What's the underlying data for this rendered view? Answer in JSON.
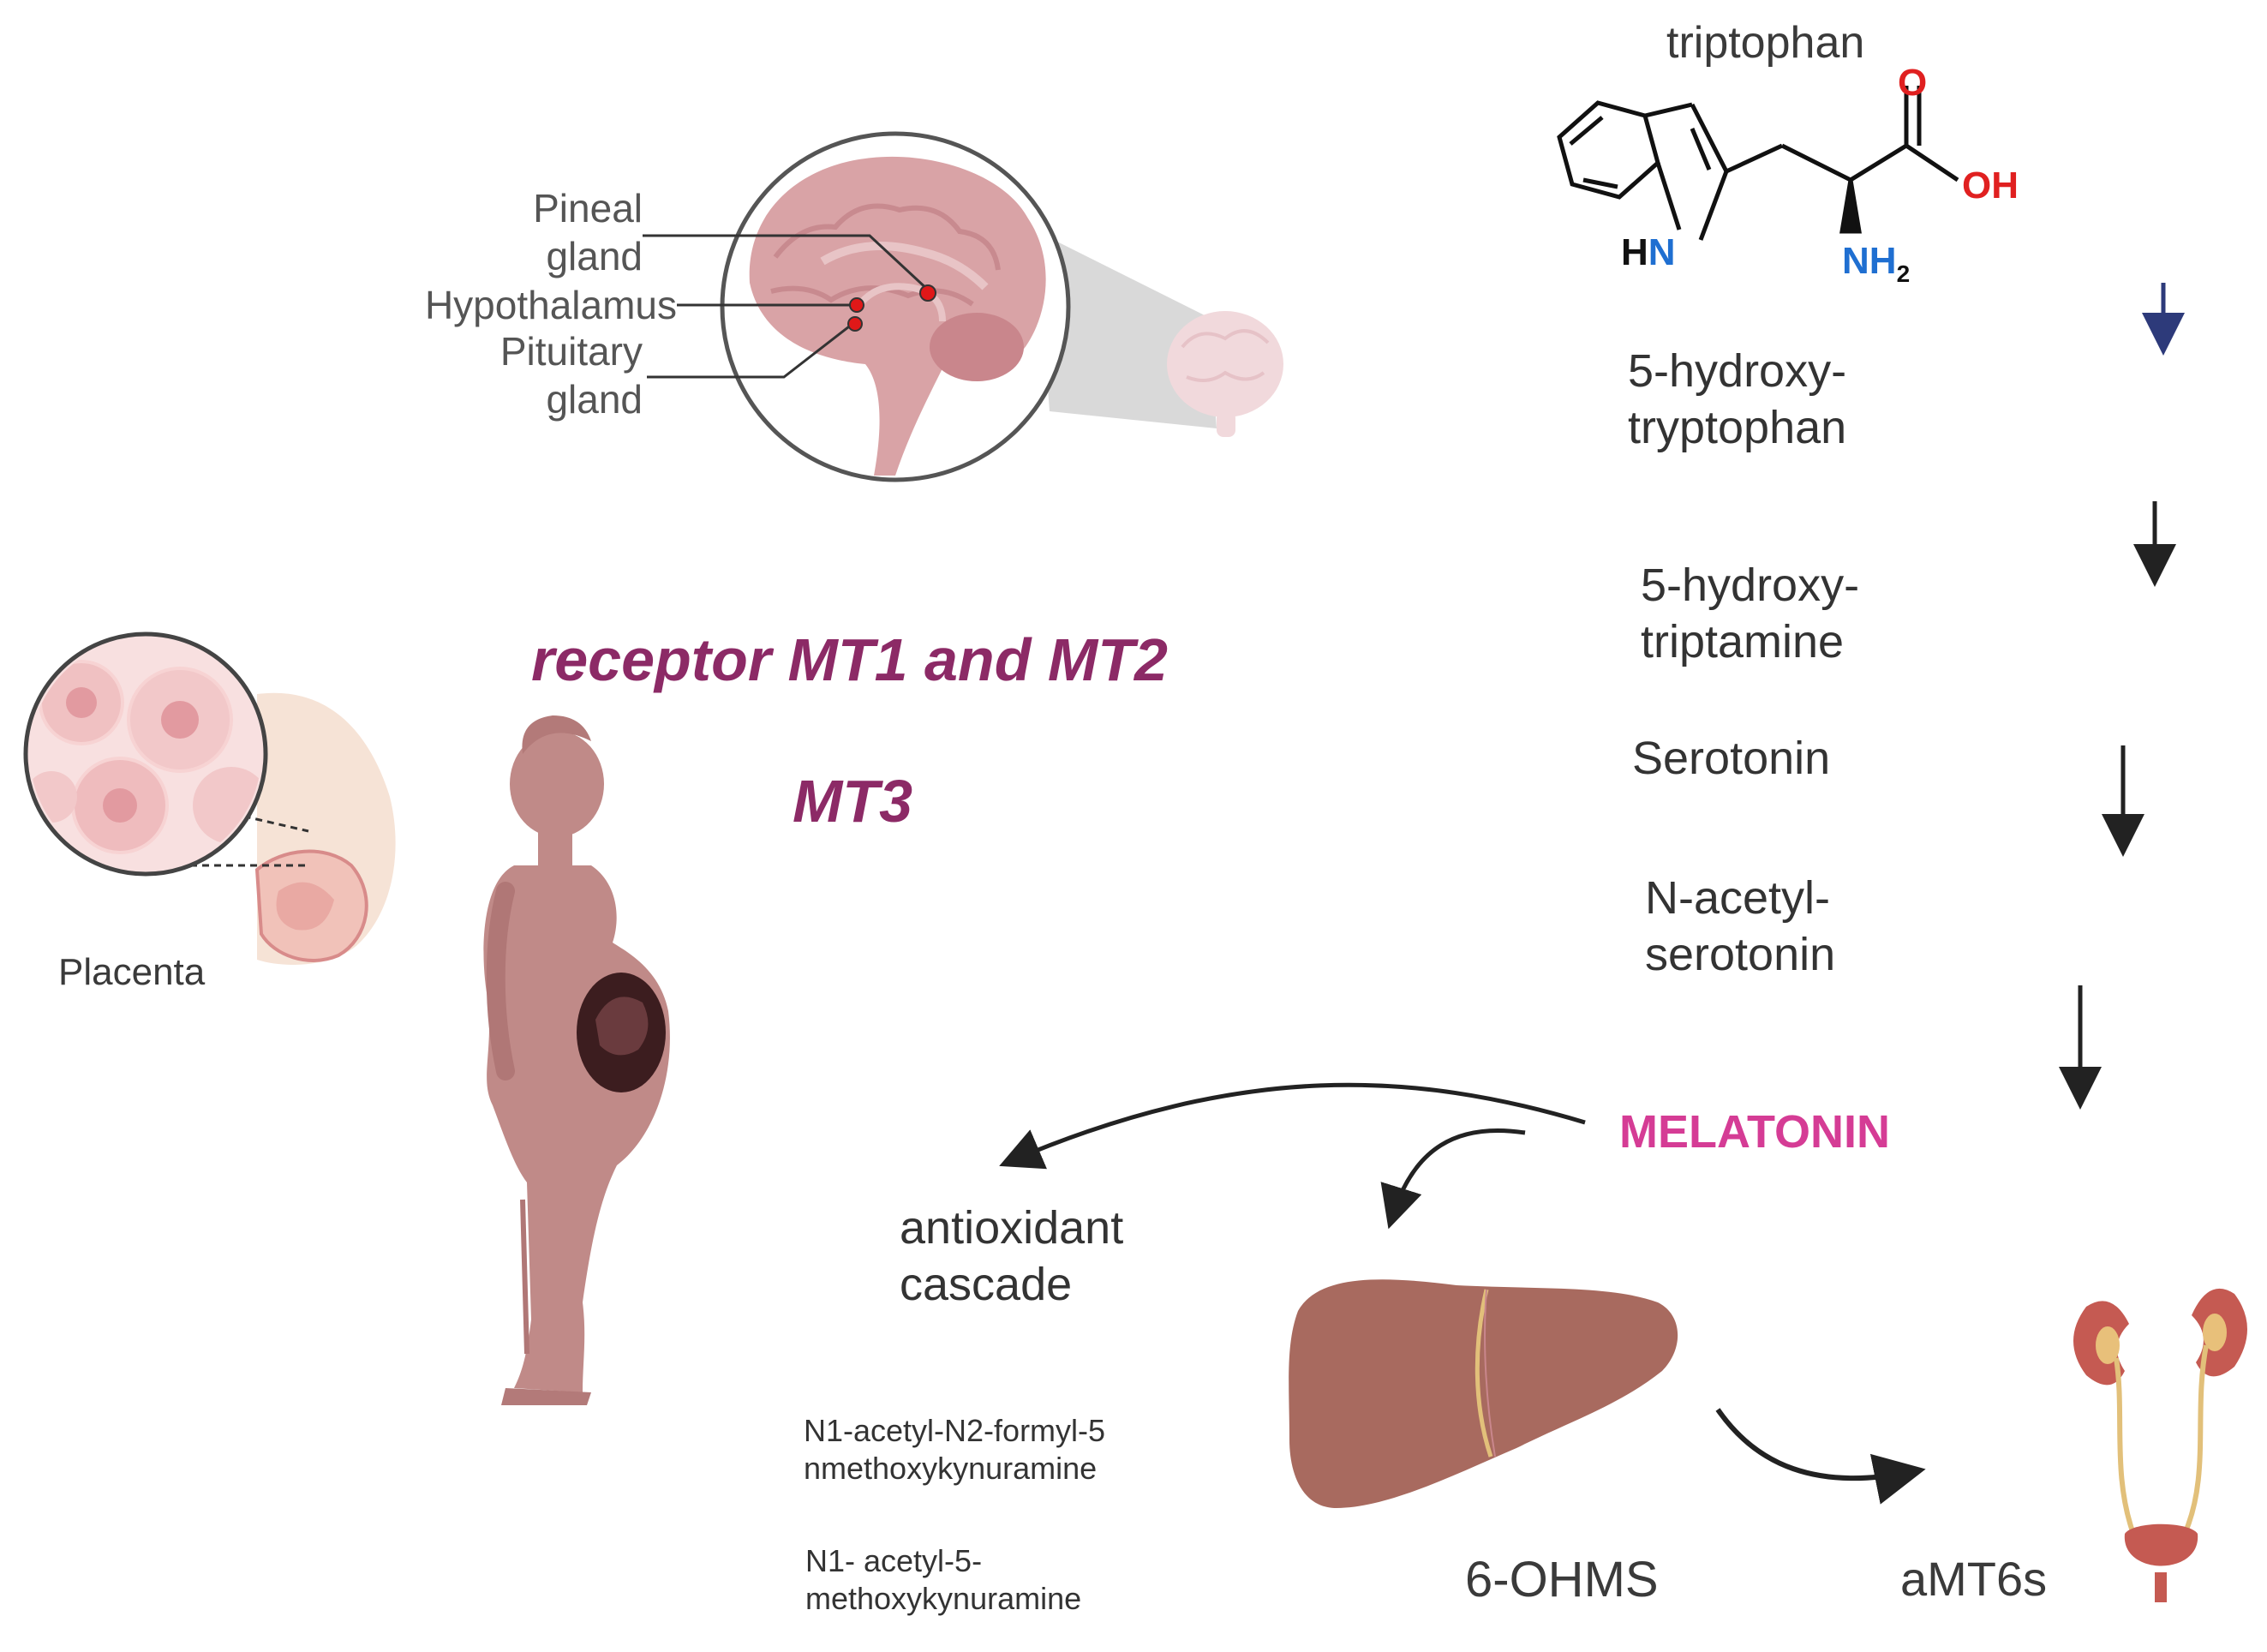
{
  "brain": {
    "pineal_line1": "Pineal",
    "pineal_line2": "gland",
    "hypothalamus": "Hypothalamus",
    "pituitary_line1": "Pituitary",
    "pituitary_line2": "gland"
  },
  "placenta_label": "Placenta",
  "receptors": {
    "line1": "receptor MT1 and MT2",
    "line2": "MT3"
  },
  "pathway": {
    "triptophan": "triptophan",
    "step1_line1": "5-hydroxy-",
    "step1_line2": "tryptophan",
    "step2_line1": "5-hydroxy-",
    "step2_line2": "triptamine",
    "serotonin": "Serotonin",
    "step3_line1": "N-acetyl-",
    "step3_line2": "serotonin",
    "melatonin": "MELATONIN"
  },
  "molecule": {
    "o": "O",
    "oh": "OH",
    "h": "H",
    "n": "N",
    "nh": "NH",
    "sub2": "2"
  },
  "metabolism": {
    "antioxidant_line1": "antioxidant",
    "antioxidant_line2": "cascade",
    "afmk_line1": "N1-acetyl-N2-formyl-5",
    "afmk_line2": "nmethoxykynuramine",
    "amk_line1": "N1- acetyl-5-",
    "amk_line2": "methoxykynuramine",
    "liver_product": "6-OHMS",
    "kidney_product": "aMT6s"
  },
  "colors": {
    "receptor_text": "#8c2a66",
    "melatonin_text": "#d53c95",
    "tissue": "#c08a88",
    "liver": "#a86a5f",
    "oxygen": "#e02020",
    "nitrogen": "#1f6fd1"
  }
}
